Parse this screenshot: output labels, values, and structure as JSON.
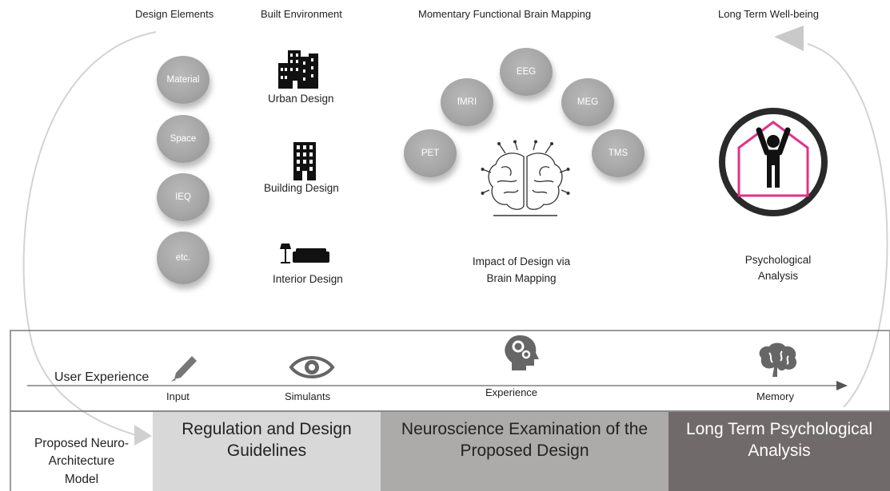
{
  "headers": {
    "design_elements": "Design Elements",
    "built_environment": "Built Environment",
    "brain_mapping": "Momentary Functional Brain Mapping",
    "well_being": "Long Term Well-being"
  },
  "design_elements": [
    "Material",
    "Space",
    "IEQ",
    "etc."
  ],
  "built_environment": [
    "Urban Design",
    "Building Design",
    "Interior Design"
  ],
  "brain_methods": [
    "PET",
    "fMRI",
    "EEG",
    "MEG",
    "TMS"
  ],
  "impact_label": [
    "Impact of Design via",
    "Brain Mapping"
  ],
  "psych_label": [
    "Psychological",
    "Analysis"
  ],
  "user_experience": {
    "title": "User Experience",
    "stages": [
      "Input",
      "Simulants",
      "Experience",
      "Memory"
    ]
  },
  "model_label": [
    "Proposed Neuro-",
    "Architecture",
    "Model"
  ],
  "bands": [
    {
      "lines": [
        "Regulation and Design",
        "Guidelines"
      ],
      "color": "#d9d8d9"
    },
    {
      "lines": [
        "Neuroscience Examination of the",
        "Proposed Design"
      ],
      "color": "#adaaaa"
    },
    {
      "lines": [
        "Long Term Psychological",
        "Analysis"
      ],
      "color": "#706b6a"
    }
  ],
  "colors": {
    "accent": "#e0338a",
    "circle": "#a6a6a6",
    "ring": "#2a2a2a"
  }
}
